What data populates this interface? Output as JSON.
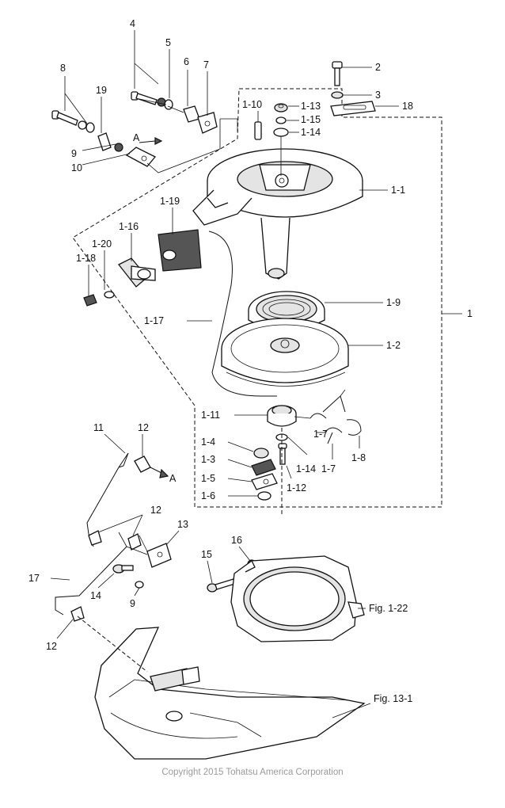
{
  "labels": {
    "l1": "1",
    "l1_1": "1-1",
    "l1_2": "1-2",
    "l1_3": "1-3",
    "l1_4": "1-4",
    "l1_5": "1-5",
    "l1_6": "1-6",
    "l1_7a": "1-7",
    "l1_7b": "1-7",
    "l1_8": "1-8",
    "l1_9": "1-9",
    "l1_10": "1-10",
    "l1_11": "1-11",
    "l1_12": "1-12",
    "l1_13": "1-13",
    "l1_14a": "1-14",
    "l1_14b": "1-14",
    "l1_15": "1-15",
    "l1_16": "1-16",
    "l1_17": "1-17",
    "l1_18": "1-18",
    "l1_19": "1-19",
    "l1_20": "1-20",
    "l2": "2",
    "l3": "3",
    "l4": "4",
    "l5": "5",
    "l6": "6",
    "l7": "7",
    "l8": "8",
    "l9a": "9",
    "l9b": "9",
    "l10": "10",
    "l11": "11",
    "l12a": "12",
    "l12b": "12",
    "l12c": "12",
    "l13": "13",
    "l14": "14",
    "l15": "15",
    "l16": "16",
    "l17": "17",
    "l18": "18",
    "l19": "19",
    "arrowA1": "A",
    "arrowA2": "A",
    "fig1_22": "Fig. 1-22",
    "fig13_1": "Fig. 13-1"
  },
  "copyright": "Copyright 2015 Tohatsu America Corporation"
}
